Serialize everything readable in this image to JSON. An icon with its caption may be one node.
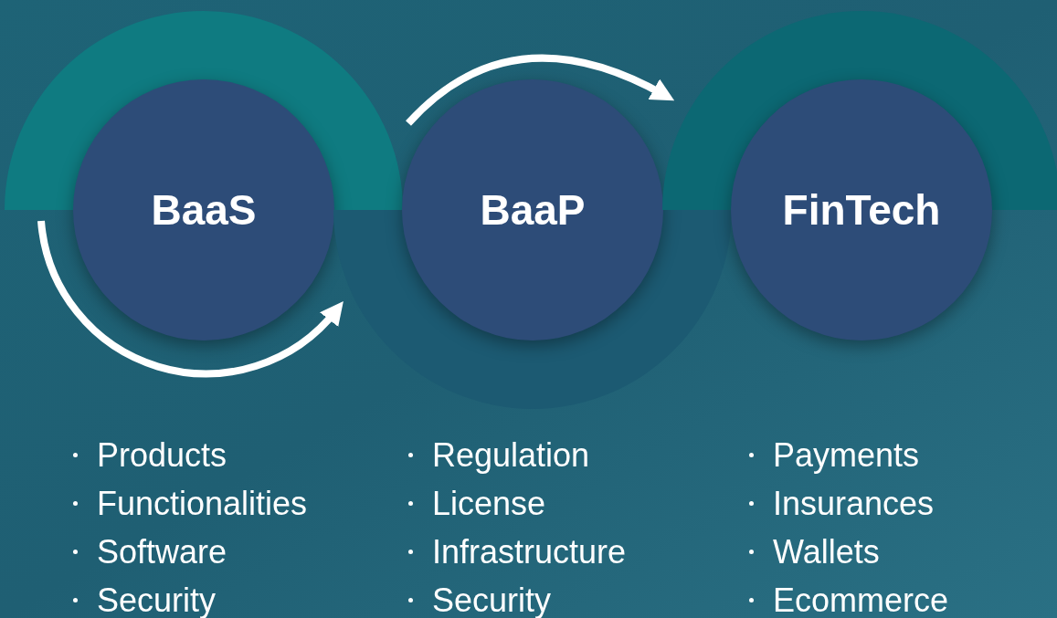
{
  "diagram": {
    "nodes": [
      {
        "text": [
          "BaaS"
        ],
        "beside": [
          "Products",
          "Functionalities",
          "Software",
          "Security"
        ]
      },
      {
        "text": [
          "BaaP"
        ],
        "beside": [
          "Regulation",
          "License",
          "Infrastructure",
          "Security"
        ]
      },
      {
        "text": [
          "FinTech"
        ],
        "beside": [
          "Payments",
          "Insurances",
          "Wallets",
          "Ecommerce"
        ]
      }
    ],
    "edges": [
      {
        "from": 0,
        "to": 1,
        "arrow": "to"
      },
      {
        "from": 1,
        "to": 2,
        "arrow": "to"
      }
    ]
  }
}
